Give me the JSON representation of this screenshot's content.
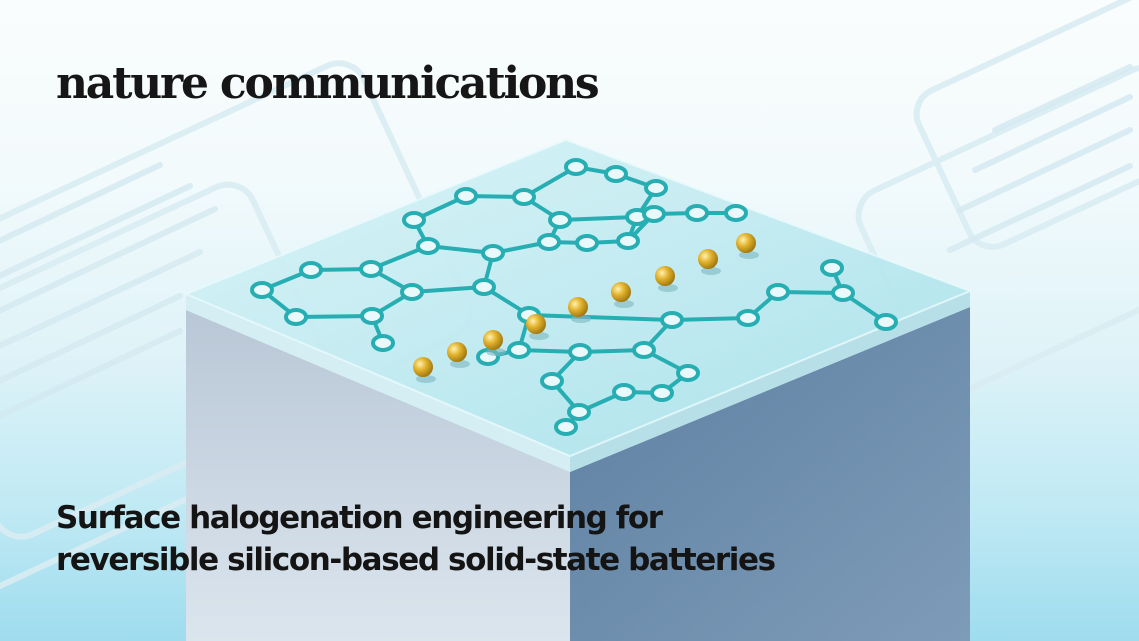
{
  "journal": {
    "name": "nature communications"
  },
  "headline": {
    "line1": "Surface halogenation engineering for",
    "line2": "reversible silicon-based solid-state batteries"
  },
  "colors": {
    "network": "#27aeb3",
    "atoms": "#d4a21c",
    "cube_left": "#c6d2df",
    "cube_right": "#6f8ead",
    "glass_top": "#bfe8ef",
    "title_text": "#161616"
  },
  "illustration": {
    "subject": "isometric block with a glassy top layer carrying a hexagonal molecular network and a diagonal chain of gold atoms",
    "gold_atom_count": 9
  }
}
